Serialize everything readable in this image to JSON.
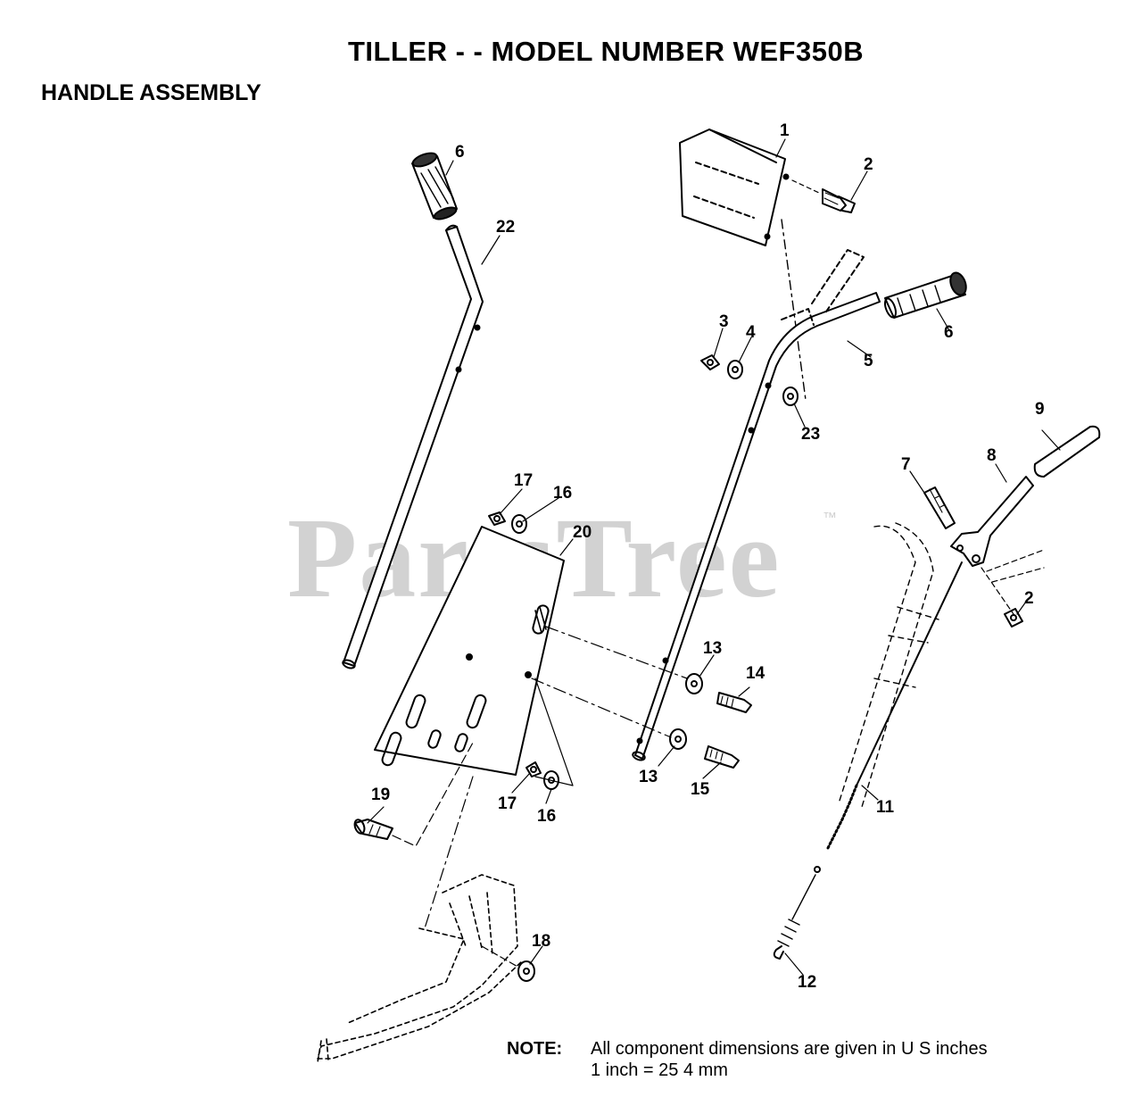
{
  "title": "TILLER - - MODEL NUMBER WEF350B",
  "subtitle": "HANDLE ASSEMBLY",
  "watermark": "PartsTree",
  "watermark_mark": "™",
  "note": {
    "label": "NOTE:",
    "line1": "All component dimensions are given in U S inches",
    "line2": "1 inch = 25 4 mm"
  },
  "callouts": [
    {
      "id": "c1",
      "text": "1"
    },
    {
      "id": "c2a",
      "text": "2"
    },
    {
      "id": "c2b",
      "text": "2"
    },
    {
      "id": "c3",
      "text": "3"
    },
    {
      "id": "c4",
      "text": "4"
    },
    {
      "id": "c5",
      "text": "5"
    },
    {
      "id": "c6a",
      "text": "6"
    },
    {
      "id": "c6b",
      "text": "6"
    },
    {
      "id": "c7",
      "text": "7"
    },
    {
      "id": "c8",
      "text": "8"
    },
    {
      "id": "c9",
      "text": "9"
    },
    {
      "id": "c11",
      "text": "11"
    },
    {
      "id": "c12",
      "text": "12"
    },
    {
      "id": "c13a",
      "text": "13"
    },
    {
      "id": "c13b",
      "text": "13"
    },
    {
      "id": "c14",
      "text": "14"
    },
    {
      "id": "c15",
      "text": "15"
    },
    {
      "id": "c16a",
      "text": "16"
    },
    {
      "id": "c16b",
      "text": "16"
    },
    {
      "id": "c17a",
      "text": "17"
    },
    {
      "id": "c17b",
      "text": "17"
    },
    {
      "id": "c18",
      "text": "18"
    },
    {
      "id": "c19",
      "text": "19"
    },
    {
      "id": "c20",
      "text": "20"
    },
    {
      "id": "c22",
      "text": "22"
    },
    {
      "id": "c23",
      "text": "23"
    }
  ]
}
